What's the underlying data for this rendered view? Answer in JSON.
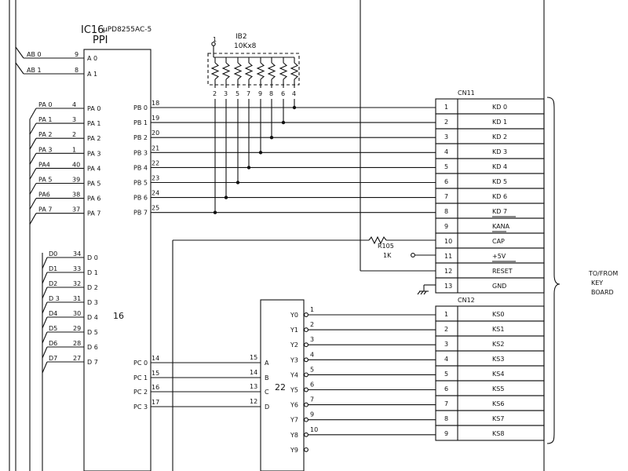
{
  "ic16": {
    "title": "IC16",
    "part": "μPD8255AC-5",
    "name": "PPI",
    "center_label": "16",
    "addr_pins": [
      {
        "net": "AB 0",
        "num": "9",
        "pin": "A 0"
      },
      {
        "net": "AB 1",
        "num": "8",
        "pin": "A 1"
      }
    ],
    "pa_pins": [
      {
        "net": "PA 0",
        "num": "4",
        "pin": "PA 0"
      },
      {
        "net": "PA 1",
        "num": "3",
        "pin": "PA 1"
      },
      {
        "net": "PA 2",
        "num": "2",
        "pin": "PA 2"
      },
      {
        "net": "PA 3",
        "num": "1",
        "pin": "PA 3"
      },
      {
        "net": "PA4",
        "num": "40",
        "pin": "PA 4"
      },
      {
        "net": "PA 5",
        "num": "39",
        "pin": "PA 5"
      },
      {
        "net": "PA6",
        "num": "38",
        "pin": "PA 6"
      },
      {
        "net": "PA 7",
        "num": "37",
        "pin": "PA 7"
      }
    ],
    "d_pins": [
      {
        "net": "D0",
        "num": "34",
        "pin": "D 0"
      },
      {
        "net": "D1",
        "num": "33",
        "pin": "D 1"
      },
      {
        "net": "D2",
        "num": "32",
        "pin": "D 2"
      },
      {
        "net": "D 3",
        "num": "31",
        "pin": "D 3"
      },
      {
        "net": "D4",
        "num": "30",
        "pin": "D 4"
      },
      {
        "net": "D5",
        "num": "29",
        "pin": "D 5"
      },
      {
        "net": "D6",
        "num": "28",
        "pin": "D 6"
      },
      {
        "net": "D7",
        "num": "27",
        "pin": "D 7"
      }
    ],
    "pb_pins": [
      {
        "pin": "PB 0",
        "num": "18"
      },
      {
        "pin": "PB 1",
        "num": "19"
      },
      {
        "pin": "PB 2",
        "num": "20"
      },
      {
        "pin": "PB 3",
        "num": "21"
      },
      {
        "pin": "PB 4",
        "num": "22"
      },
      {
        "pin": "PB 5",
        "num": "23"
      },
      {
        "pin": "PB 6",
        "num": "24"
      },
      {
        "pin": "PB 7",
        "num": "25"
      }
    ],
    "pc_pins": [
      {
        "pin": "PC 0",
        "num": "14"
      },
      {
        "pin": "PC 1",
        "num": "15"
      },
      {
        "pin": "PC 2",
        "num": "16"
      },
      {
        "pin": "PC 3",
        "num": "17"
      }
    ]
  },
  "rnet": {
    "ref": "IB2",
    "value": "10Kx8",
    "common": "1",
    "pins": [
      "2",
      "3",
      "5",
      "7",
      "9",
      "8",
      "6",
      "4"
    ]
  },
  "r105": {
    "ref": "R105",
    "value": "1K"
  },
  "cn11": {
    "ref": "CN11",
    "rows": [
      {
        "num": "1",
        "sig": "KD 0"
      },
      {
        "num": "2",
        "sig": "KD 1"
      },
      {
        "num": "3",
        "sig": "KD 2"
      },
      {
        "num": "4",
        "sig": "KD 3"
      },
      {
        "num": "5",
        "sig": "KD 4"
      },
      {
        "num": "6",
        "sig": "KD 5"
      },
      {
        "num": "7",
        "sig": "KD 6"
      },
      {
        "num": "8",
        "sig": "KD 7"
      },
      {
        "num": "9",
        "sig": "KANA"
      },
      {
        "num": "10",
        "sig": "CAP"
      },
      {
        "num": "11",
        "sig": "+5V"
      },
      {
        "num": "12",
        "sig": "RESET"
      },
      {
        "num": "13",
        "sig": "GND"
      }
    ]
  },
  "cn12": {
    "ref": "CN12",
    "rows": [
      {
        "num": "1",
        "sig": "KS0"
      },
      {
        "num": "2",
        "sig": "KS1"
      },
      {
        "num": "3",
        "sig": "KS2"
      },
      {
        "num": "4",
        "sig": "KS3"
      },
      {
        "num": "5",
        "sig": "KS4"
      },
      {
        "num": "6",
        "sig": "KS5"
      },
      {
        "num": "7",
        "sig": "KS6"
      },
      {
        "num": "8",
        "sig": "KS7"
      },
      {
        "num": "9",
        "sig": "KS8"
      }
    ]
  },
  "ic22": {
    "label": "22",
    "inputs": [
      {
        "num": "15",
        "pin": "A"
      },
      {
        "num": "14",
        "pin": "B"
      },
      {
        "num": "13",
        "pin": "C"
      },
      {
        "num": "12",
        "pin": "D"
      }
    ],
    "outputs": [
      {
        "pin": "Y0",
        "num": "1"
      },
      {
        "pin": "Y1",
        "num": "2"
      },
      {
        "pin": "Y2",
        "num": "3"
      },
      {
        "pin": "Y3",
        "num": "4"
      },
      {
        "pin": "Y4",
        "num": "5"
      },
      {
        "pin": "Y5",
        "num": "6"
      },
      {
        "pin": "Y6",
        "num": "7"
      },
      {
        "pin": "Y7",
        "num": "9"
      },
      {
        "pin": "Y8",
        "num": "10"
      },
      {
        "pin": "Y9",
        "num": ""
      }
    ]
  },
  "bracket_label": [
    "TO/FROM",
    "KEY",
    "BOARD"
  ]
}
